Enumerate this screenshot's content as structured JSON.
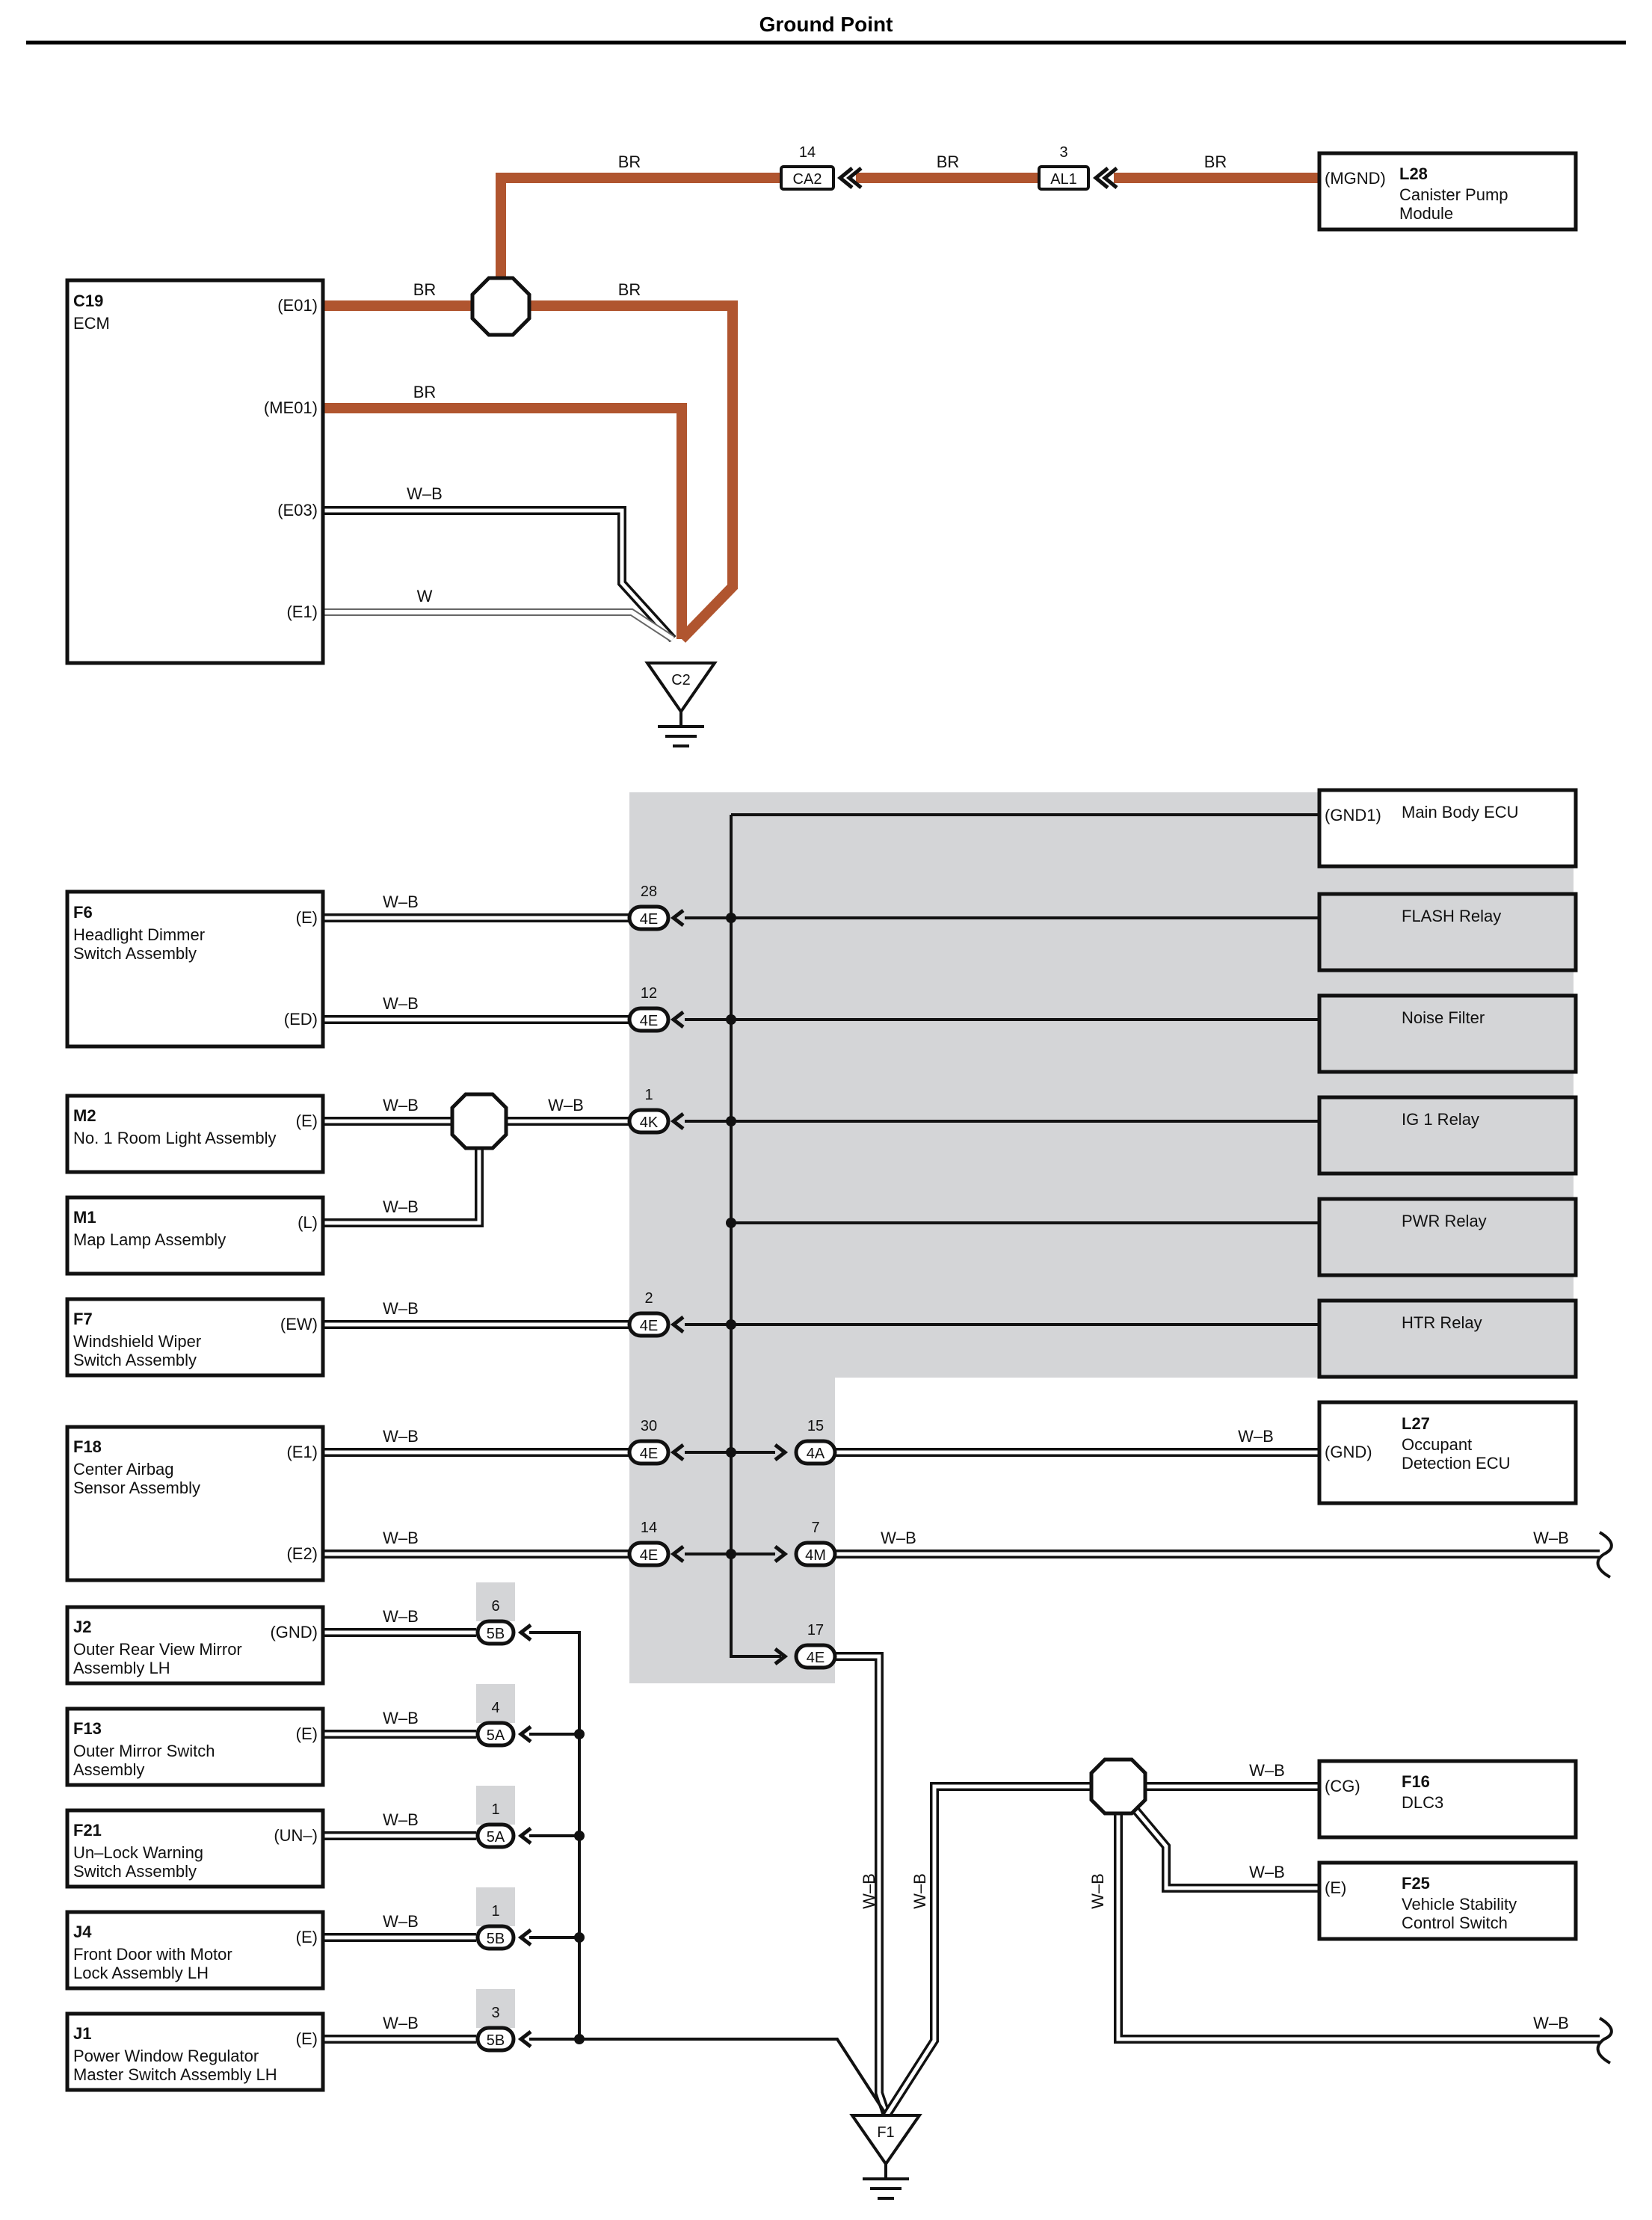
{
  "page": {
    "title": "Ground Point"
  },
  "colors": {
    "br": "#b0552f",
    "shade": "#d4d5d7",
    "wire": "#111111"
  },
  "top": {
    "ecm_code": "C19",
    "ecm_name": "ECM",
    "ecm_pins": [
      "(E01)",
      "(ME01)",
      "(E03)",
      "(E1)"
    ],
    "wire_br": "BR",
    "wire_wb": "W–B",
    "wire_w": "W",
    "conn1_pin": "14",
    "conn1_name": "CA2",
    "conn2_pin": "3",
    "conn2_name": "AL1",
    "l28_pin": "(MGND)",
    "l28_code": "L28",
    "l28_name1": "Canister Pump",
    "l28_name2": "Module",
    "ground": "C2"
  },
  "body": {
    "wb": "W–B",
    "left": [
      {
        "code": "F6",
        "name1": "Headlight Dimmer",
        "name2": "Switch Assembly",
        "pins": [
          "(E)",
          "(ED)"
        ]
      },
      {
        "code": "M2",
        "name1": "No. 1 Room Light Assembly",
        "pins": [
          "(E)"
        ]
      },
      {
        "code": "M1",
        "name1": "Map Lamp Assembly",
        "pins": [
          "(L)"
        ]
      },
      {
        "code": "F7",
        "name1": "Windshield Wiper",
        "name2": "Switch Assembly",
        "pins": [
          "(EW)"
        ]
      },
      {
        "code": "F18",
        "name1": "Center Airbag",
        "name2": "Sensor Assembly",
        "pins": [
          "(E1)",
          "(E2)"
        ]
      },
      {
        "code": "J2",
        "name1": "Outer Rear View Mirror",
        "name2": "Assembly LH",
        "pins": [
          "(GND)"
        ]
      },
      {
        "code": "F13",
        "name1": "Outer Mirror Switch",
        "name2": "Assembly",
        "pins": [
          "(E)"
        ]
      },
      {
        "code": "F21",
        "name1": "Un–Lock Warning",
        "name2": "Switch Assembly",
        "pins": [
          "(UN–)"
        ]
      },
      {
        "code": "J4",
        "name1": "Front Door with Motor",
        "name2": "Lock Assembly LH",
        "pins": [
          "(E)"
        ]
      },
      {
        "code": "J1",
        "name1": "Power Window Regulator",
        "name2": "Master Switch Assembly LH",
        "pins": [
          "(E)"
        ]
      }
    ],
    "connectors": [
      {
        "pin": "28",
        "name": "4E"
      },
      {
        "pin": "12",
        "name": "4E"
      },
      {
        "pin": "1",
        "name": "4K"
      },
      {
        "pin": "2",
        "name": "4E"
      },
      {
        "pin": "30",
        "name": "4E"
      },
      {
        "pin": "14",
        "name": "4E"
      },
      {
        "pin": "15",
        "name": "4A"
      },
      {
        "pin": "7",
        "name": "4M"
      },
      {
        "pin": "17",
        "name": "4E"
      },
      {
        "pin": "6",
        "name": "5B"
      },
      {
        "pin": "4",
        "name": "5A"
      },
      {
        "pin": "1",
        "name": "5A"
      },
      {
        "pin": "1",
        "name": "5B"
      },
      {
        "pin": "3",
        "name": "5B"
      }
    ],
    "right": [
      {
        "pin": "(GND1)",
        "name": "Main Body ECU"
      },
      {
        "name": "FLASH Relay"
      },
      {
        "name": "Noise Filter"
      },
      {
        "name": "IG 1 Relay"
      },
      {
        "name": "PWR Relay"
      },
      {
        "name": "HTR Relay"
      },
      {
        "pin": "(GND)",
        "code": "L27",
        "name1": "Occupant",
        "name2": "Detection ECU"
      },
      {
        "pin": "(CG)",
        "code": "F16",
        "name1": "DLC3"
      },
      {
        "pin": "(E)",
        "code": "F25",
        "name1": "Vehicle Stability",
        "name2": "Control Switch"
      }
    ],
    "ground": "F1"
  }
}
